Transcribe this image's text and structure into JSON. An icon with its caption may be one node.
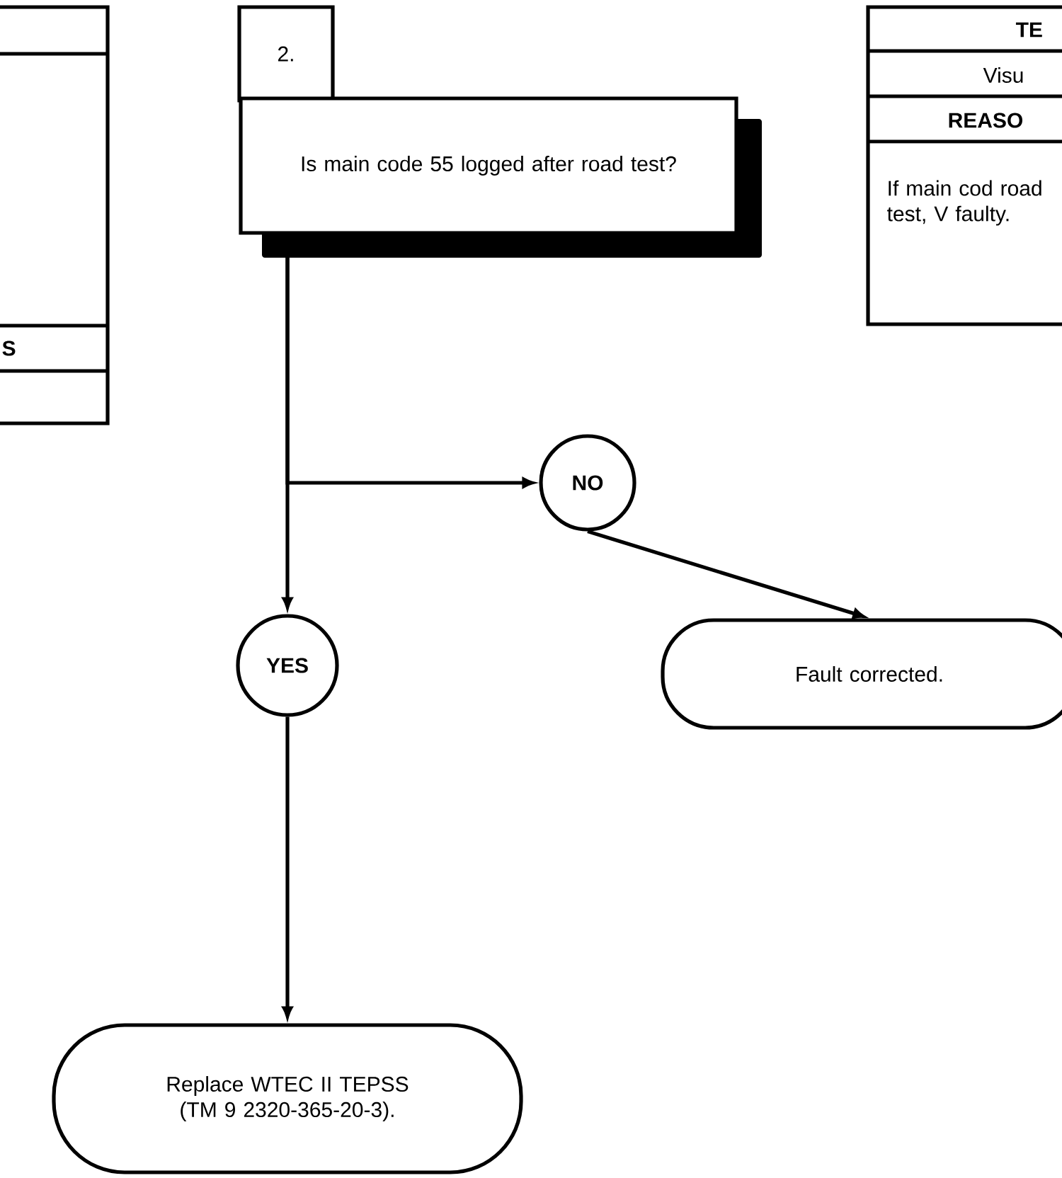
{
  "diagram": {
    "nodes": [
      {
        "text": [
          "2."
        ]
      },
      {
        "text": [
          "Is main code 55 logged after road test?"
        ]
      },
      {
        "text": [
          "NO"
        ]
      },
      {
        "text": [
          "YES"
        ]
      },
      {
        "text": [
          "Fault corrected."
        ]
      },
      {
        "text": [
          "Replace WTEC II TEPSS (TM 9 2320-365-20-3)."
        ]
      },
      {
        "text": [
          "S"
        ]
      },
      {
        "text": [
          "TE",
          "Visu",
          "REASO",
          "If main cod road test, V faulty."
        ]
      }
    ],
    "edges": [
      {
        "from": 1,
        "to": 3,
        "arrow": "to"
      },
      {
        "from": 1,
        "to": 2,
        "arrow": "to"
      },
      {
        "from": 2,
        "to": 4,
        "arrow": "to"
      },
      {
        "from": 3,
        "to": 5,
        "arrow": "to"
      }
    ]
  }
}
